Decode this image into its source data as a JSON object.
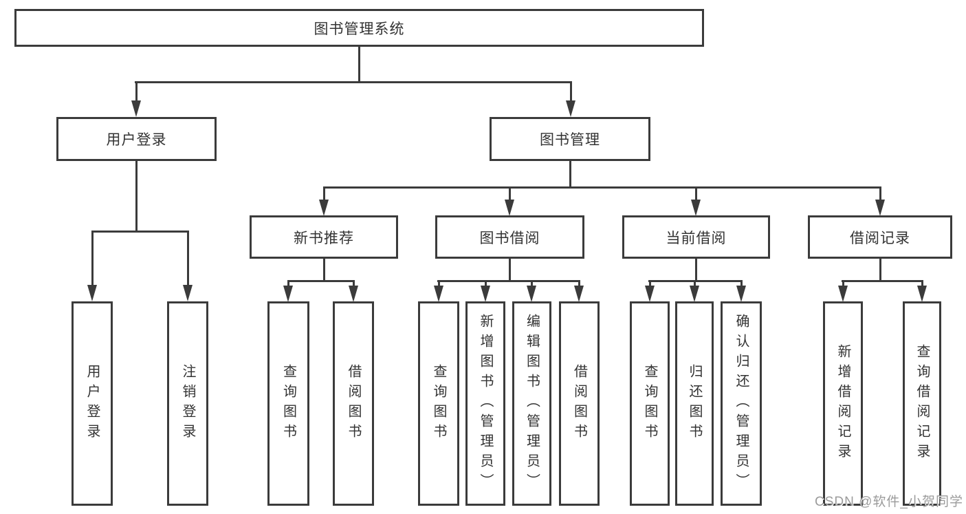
{
  "tree": {
    "root": {
      "label": "图书管理系统"
    },
    "branches": [
      {
        "label": "用户登录",
        "children": [
          {
            "label": "用户登录"
          },
          {
            "label": "注销登录"
          }
        ]
      },
      {
        "label": "图书管理",
        "sections": [
          {
            "label": "新书推荐",
            "children": [
              {
                "label": "查询图书"
              },
              {
                "label": "借阅图书"
              }
            ]
          },
          {
            "label": "图书借阅",
            "children": [
              {
                "label": "查询图书"
              },
              {
                "label": "新增图书（管理员）"
              },
              {
                "label": "编辑图书（管理员）"
              },
              {
                "label": "借阅图书"
              }
            ]
          },
          {
            "label": "当前借阅",
            "children": [
              {
                "label": "查询图书"
              },
              {
                "label": "归还图书"
              },
              {
                "label": "确认归还（管理员）"
              }
            ]
          },
          {
            "label": "借阅记录",
            "children": [
              {
                "label": "新增借阅记录"
              },
              {
                "label": "查询借阅记录"
              }
            ]
          }
        ]
      }
    ]
  },
  "watermark": {
    "text": "CSDN @软件_小贺同学"
  },
  "colors": {
    "line": "#3b3b3b",
    "text": "#333333",
    "background": "#ffffff",
    "watermark": "#9b9b9b"
  }
}
